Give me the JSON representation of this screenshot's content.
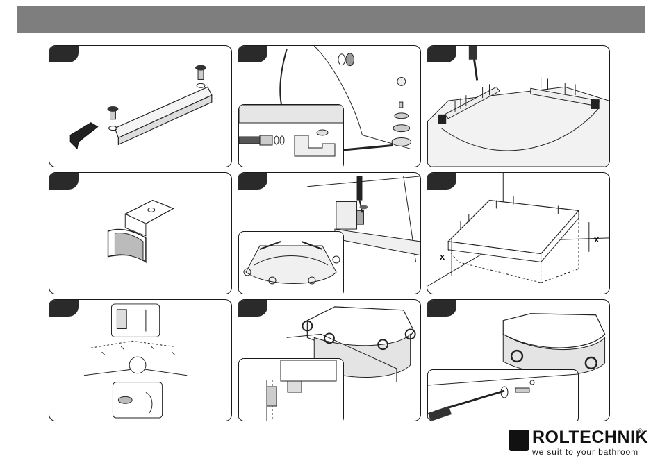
{
  "header": {
    "title": ""
  },
  "panels": {
    "p6": {
      "dim_left": "x",
      "dim_right": "x"
    }
  },
  "brand": {
    "name": "ROLTECHNIK",
    "registered": "®",
    "tagline": "we suit to your bathroom"
  },
  "colors": {
    "header_bg": "#7e7e7e",
    "step_tab": "#2a2a2a",
    "line": "#1a1a1a"
  }
}
